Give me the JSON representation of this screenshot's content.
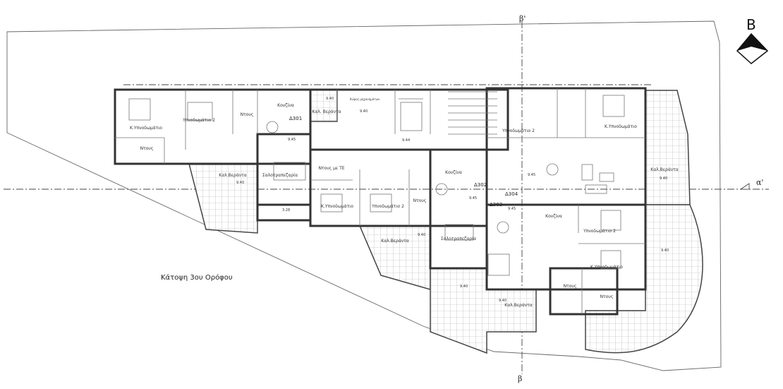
{
  "title": "Κάτοψη 3ου Ορόφου",
  "north_label": "B",
  "sections": {
    "top": "β'",
    "bottom": "β",
    "right": "α'"
  },
  "rooms": [
    "Κ.Υπνοδωμάτιο",
    "Υπνοδωμάτιο 2",
    "Ντους",
    "Κουζίνα",
    "Ντους",
    "Καλ.Βεράντα",
    "Σαλοτραπεζαρία",
    "Καλ. Βεράντα",
    "Ντους με ΤΕ",
    "Κ.Υπνοδωμάτιο",
    "Υπνοδωμάτιο 2",
    "Ντους",
    "Κουζίνα",
    "Σαλοτραπεζαρία",
    "Καλ.Βεράντα",
    "Υπνοδωμάτιο 2",
    "Κ.Υπνοδωμάτιο",
    "Καλ.Βεράντα",
    "Κουζίνα",
    "Υπνοδωμάτιο 2",
    "Κ.Υπνοδωμάτιο",
    "Ντους",
    "Ντους",
    "Καλ.Βεράντα",
    "Χώρος μηχανημάτων"
  ],
  "levels": [
    "9.45",
    "9.40",
    "9.40",
    "9.44",
    "9.40",
    "3.28",
    "9.45",
    "9.45",
    "9.45",
    "9.40",
    "9.40",
    "9.40",
    "9.40",
    "9.40"
  ],
  "doors": [
    "Δ301",
    "Δ302",
    "Δ303",
    "Δ304"
  ]
}
